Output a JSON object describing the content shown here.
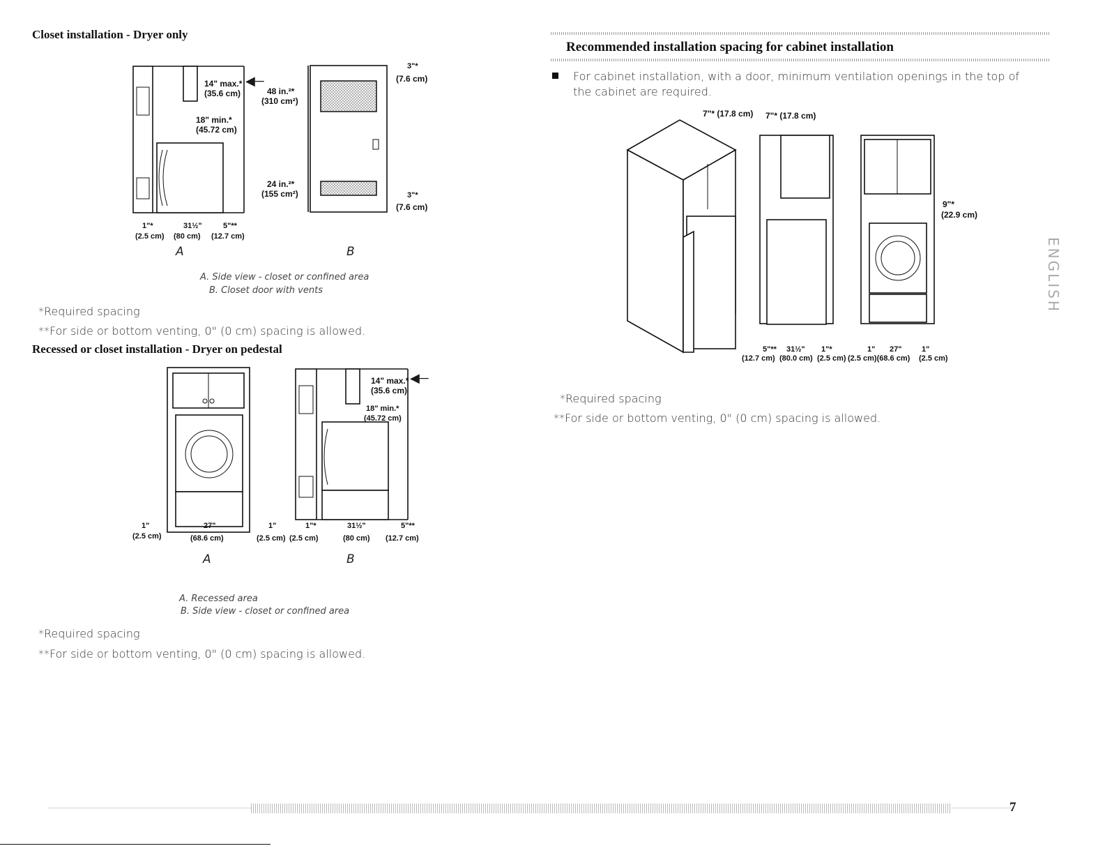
{
  "left": {
    "section1_title": "Closet installation - Dryer only",
    "fig1": {
      "dim_14max": "14\" max.*",
      "dim_14max_cm": "(35.6 cm)",
      "dim_18min": "18\" min.*",
      "dim_18min_cm": "(45.72 cm)",
      "dim_1in": "1\"*",
      "dim_31half": "31½\"",
      "dim_5in": "5\"**",
      "dim_1in_cm": "(2.5 cm)",
      "dim_80cm": "(80 cm)",
      "dim_5in_cm": "(12.7 cm)",
      "vent_top": "48 in.²*",
      "vent_top_cm": "(310 cm²)",
      "vent_bottom": "24 in.²*",
      "vent_bottom_cm": "(155 cm²)",
      "dim_3top": "3\"*",
      "dim_3top_cm": "(7.6 cm)",
      "dim_3bot": "3\"*",
      "dim_3bot_cm": "(7.6 cm)",
      "label_a": "A",
      "label_b": "B",
      "caption_a": "A. Side view - closet or confined area",
      "caption_b": "B. Closet door with vents"
    },
    "note1_required": "*Required spacing",
    "note1_venting": "**For side or bottom venting, 0\" (0 cm) spacing is allowed.",
    "section2_title": "Recessed or closet installation - Dryer on pedestal",
    "fig2": {
      "dim_1left": "1\"",
      "dim_1left_cm": "(2.5 cm)",
      "dim_27": "27\"",
      "dim_27_cm": "(68.6 cm)",
      "dim_1right": "1\"",
      "dim_1right_cm": "(2.5 cm)",
      "dim_b_1": "1\"*",
      "dim_b_1_cm": "(2.5 cm)",
      "dim_b_31": "31½\"",
      "dim_b_31_cm": "(80 cm)",
      "dim_b_5": "5\"**",
      "dim_b_5_cm": "(12.7 cm)",
      "dim_14max": "14\" max.*",
      "dim_14max_cm": "(35.6 cm)",
      "dim_18min": "18\" min.*",
      "dim_18min_cm": "(45.72 cm)",
      "label_a": "A",
      "label_b": "B",
      "caption_a": "A. Recessed area",
      "caption_b": "B. Side view - closet or confined area"
    },
    "note2_required": "*Required spacing",
    "note2_venting": "**For side or bottom venting, 0\" (0 cm) spacing is allowed."
  },
  "right": {
    "section_title": "Recommended installation spacing for cabinet installation",
    "bullet": "For cabinet installation, with a door, minimum ventilation openings in the top of the cabinet are required.",
    "fig": {
      "dim_7a": "7\"* (17.8 cm)",
      "dim_7b": "7\"* (17.8 cm)",
      "dim_9": "9\"*",
      "dim_9_cm": "(22.9 cm)",
      "bottom_row1": [
        "5\"**",
        "31½\"",
        "1\"*",
        "1\"",
        "27\"",
        "1\""
      ],
      "bottom_row2": [
        "(12.7 cm)",
        "(80.0 cm)",
        "(2.5 cm)",
        "(2.5 cm)(68.6 cm)",
        "(2.5 cm)"
      ]
    },
    "note_required": "*Required spacing",
    "note_venting": "**For side or bottom venting, 0\" (0 cm) spacing is allowed.",
    "side_tab": "ENGLISH"
  },
  "footer": {
    "page_number": "7"
  }
}
